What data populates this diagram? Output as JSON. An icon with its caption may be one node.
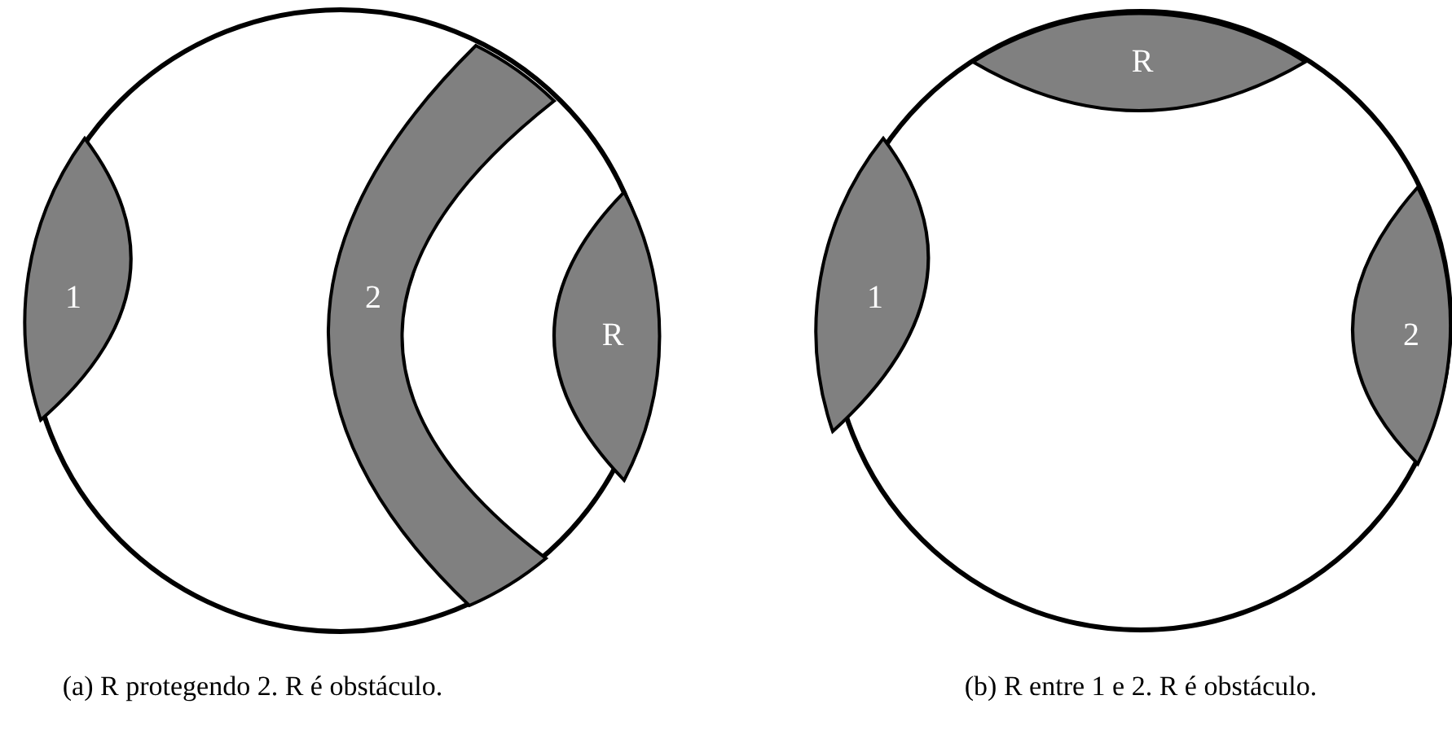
{
  "diagram": {
    "nodes": [
      {
        "text": [],
        "shape": "circle",
        "beside": [
          "(a) R protegendo 2. R é obstáculo."
        ]
      },
      {
        "text": [
          "1"
        ],
        "in": 0
      },
      {
        "text": [
          "2"
        ],
        "in": 0
      },
      {
        "text": [
          "R"
        ],
        "in": 0
      },
      {
        "text": [],
        "shape": "circle",
        "beside": [
          "(b) R entre 1 e 2. R é obstáculo."
        ]
      },
      {
        "text": [
          "R"
        ],
        "in": 4
      },
      {
        "text": [
          "1"
        ],
        "in": 4
      },
      {
        "text": [
          "2"
        ],
        "in": 4
      }
    ]
  }
}
